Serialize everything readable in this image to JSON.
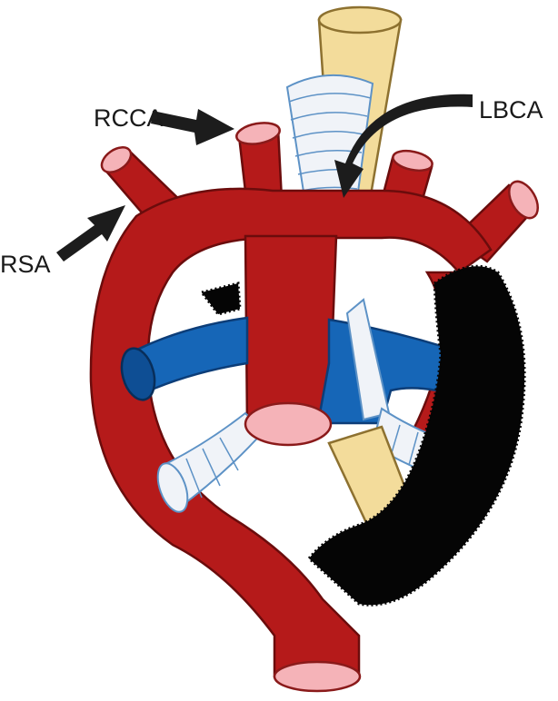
{
  "labels": {
    "rcca": "RCCA",
    "lbca": "LBCA",
    "rsa": "RSA"
  },
  "colors": {
    "aorta": "#b51a1a",
    "vessel_opening": "#f5b3b8",
    "pulmonary": "#1666b7",
    "esophagus": "#f3dc9b",
    "trachea": "#f0f3f8",
    "occluded_segment": "#050505",
    "arrow": "#1c1c1c"
  }
}
